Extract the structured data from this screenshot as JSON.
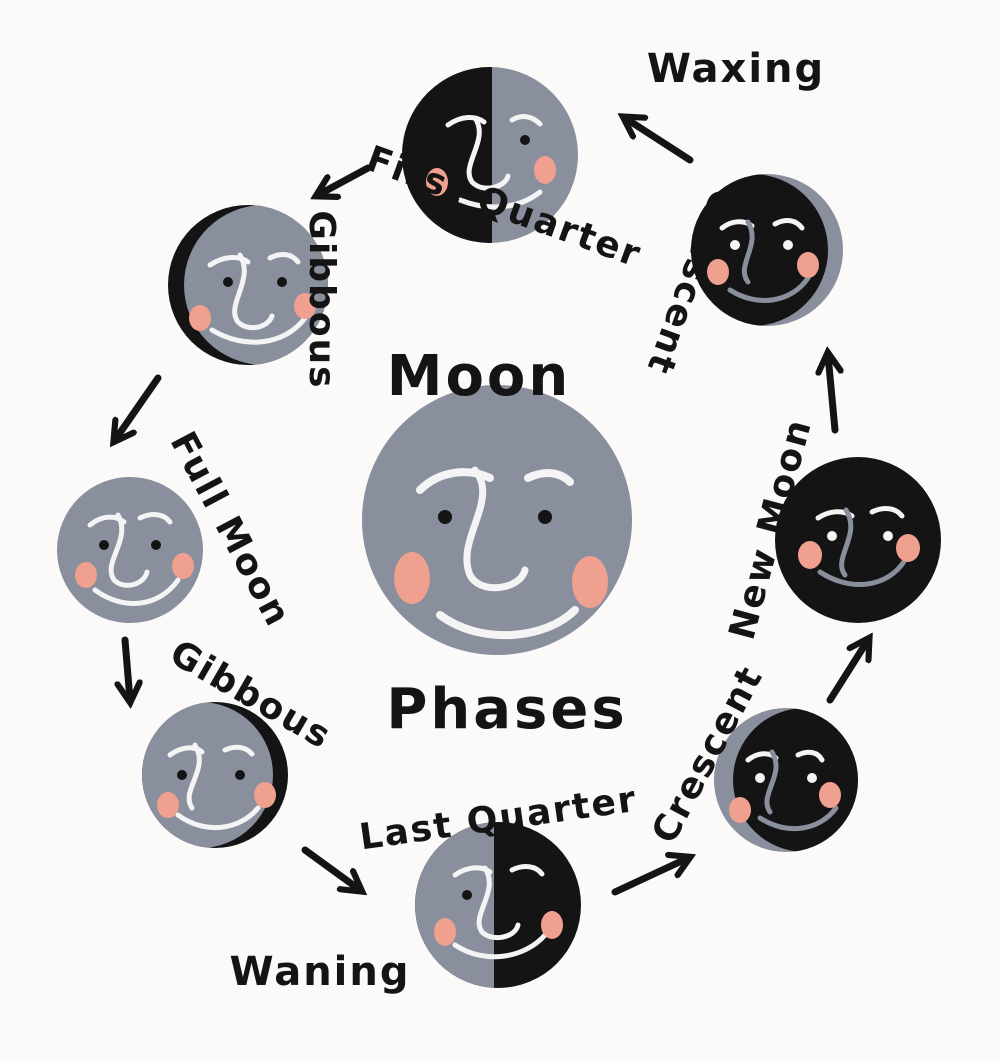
{
  "title": {
    "top": "Moon",
    "bottom": "Phases"
  },
  "directions": {
    "waxing": "Waxing",
    "waning": "Waning"
  },
  "phases": {
    "first_quarter": "First Quarter",
    "gibbous_waxing": "Gibbous",
    "full_moon": "Full Moon",
    "gibbous_waning": "Gibbous",
    "last_quarter": "Last Quarter",
    "crescent_waning": "Crescent",
    "new_moon": "New Moon",
    "crescent_waxing": "Crescent"
  },
  "colors": {
    "moon_gray": "#8a8f9e",
    "moon_dark": "#141414",
    "cheek": "#f0a08f",
    "face_line": "#f4f4f4",
    "ink": "#141414"
  }
}
